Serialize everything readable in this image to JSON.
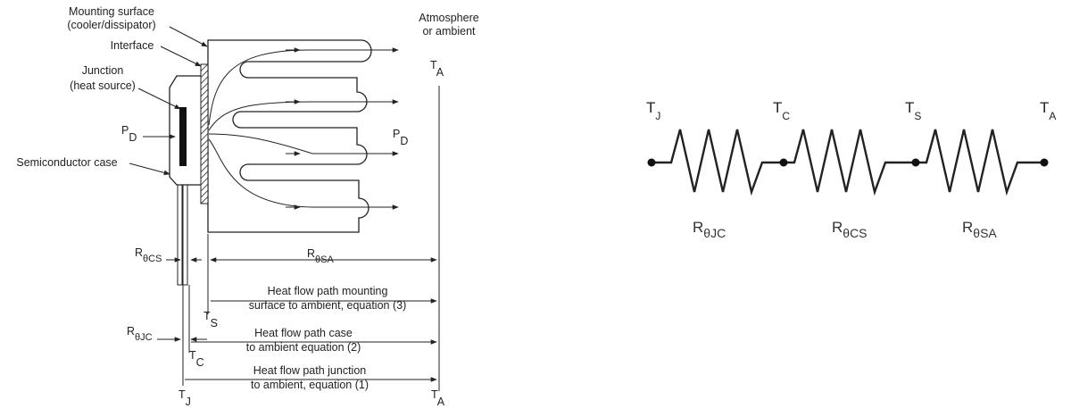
{
  "left_diagram": {
    "labels": {
      "mounting_surface_line1": "Mounting surface",
      "mounting_surface_line2": "(cooler/dissipator)",
      "interface": "Interface",
      "junction_line1": "Junction",
      "junction_line2": "(heat source)",
      "pd_left": "P",
      "pd_left_sub": "D",
      "semiconductor_case": "Semiconductor case",
      "atmosphere_line1": "Atmosphere",
      "atmosphere_line2": "or ambient",
      "ta_top": "T",
      "ta_top_sub": "A",
      "pd_right": "P",
      "pd_right_sub": "D",
      "r_cs": "R",
      "r_cs_sub": "θCS",
      "r_sa": "R",
      "r_sa_sub": "θSA",
      "r_jc": "R",
      "r_jc_sub": "θJC",
      "ts": "T",
      "ts_sub": "S",
      "tc": "T",
      "tc_sub": "C",
      "tj": "T",
      "tj_sub": "J",
      "ta_bottom": "T",
      "ta_bottom_sub": "A",
      "path3_line1": "Heat flow path mounting",
      "path3_line2": "surface to ambient, equation (3)",
      "path2_line1": "Heat flow path case",
      "path2_line2": "to ambient equation (2)",
      "path1_line1": "Heat flow path junction",
      "path1_line2": "to ambient, equation (1)"
    }
  },
  "right_diagram": {
    "nodes": [
      {
        "t": "T",
        "sub": "J"
      },
      {
        "t": "T",
        "sub": "C"
      },
      {
        "t": "T",
        "sub": "S"
      },
      {
        "t": "T",
        "sub": "A"
      }
    ],
    "resistors": [
      {
        "r": "R",
        "sub": "θJC"
      },
      {
        "r": "R",
        "sub": "θCS"
      },
      {
        "r": "R",
        "sub": "θSA"
      }
    ]
  }
}
